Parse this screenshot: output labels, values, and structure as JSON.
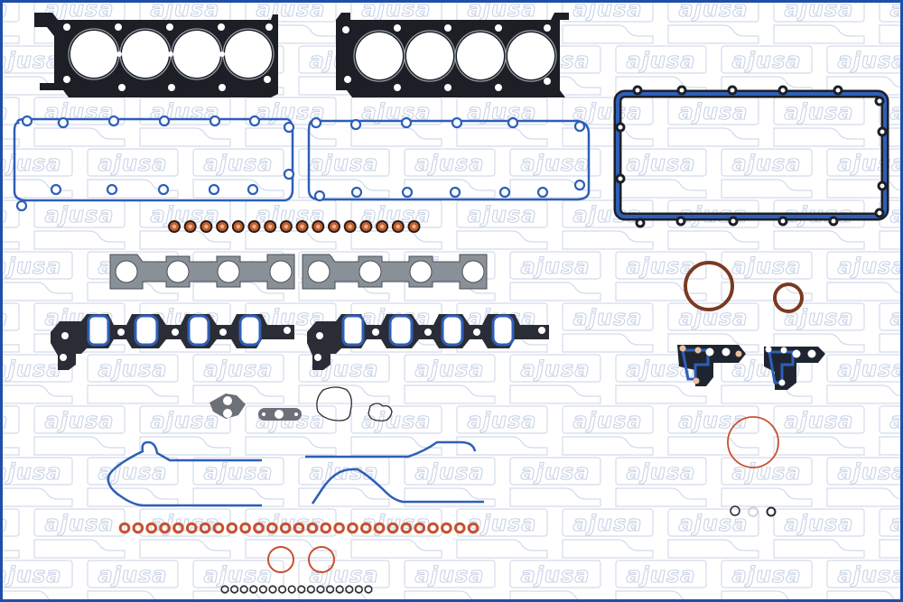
{
  "image": {
    "description": "Full engine gasket set product photo on white background with repeated watermark",
    "watermark_text": "ajusa",
    "border_color": "#1f4ea8",
    "colors": {
      "metal_gasket": "#1c1f26",
      "blue_seal": "#2e5fb8",
      "gray_fiber": "#6c7078",
      "orange_oring": "#c8502e",
      "brown_ring": "#7a3a22",
      "watermark": "#c9d3e6"
    }
  },
  "components": {
    "head_gaskets": {
      "count": 2,
      "label": "cylinder head gasket",
      "bores_each": 4
    },
    "valve_cover_gaskets": {
      "count": 2,
      "label": "valve cover gasket"
    },
    "oil_pan_gasket": {
      "count": 1,
      "label": "oil pan gasket"
    },
    "valve_stem_seals": {
      "count": 16,
      "label": "valve stem seal"
    },
    "exhaust_manifold_gaskets": {
      "count": 2,
      "label": "exhaust manifold gasket",
      "ports_each": 4
    },
    "intake_manifold_gaskets": {
      "count": 2,
      "label": "intake manifold gasket",
      "ports_each": 4
    },
    "crankshaft_seals": {
      "count": 2,
      "label": "crankshaft seal"
    },
    "oil_filter_adapter_gaskets": {
      "count": 2,
      "label": "oil filter adapter gasket"
    },
    "egr_gaskets": {
      "count": 2,
      "label": "EGR gasket"
    },
    "thermostat_seals": {
      "count": 2,
      "label": "thermostat housing seal"
    },
    "timing_cover_gaskets": {
      "count": 2,
      "label": "timing cover gasket"
    },
    "large_o_ring": {
      "count": 1,
      "label": "large o-ring"
    },
    "small_orange_o_rings": {
      "count": 27,
      "label": "small o-ring"
    },
    "medium_orange_o_rings": {
      "count": 2,
      "label": "medium o-ring"
    },
    "small_black_o_rings": {
      "count": 16,
      "label": "small black o-ring"
    },
    "misc_o_rings": {
      "count": 3,
      "label": "misc o-ring"
    }
  }
}
